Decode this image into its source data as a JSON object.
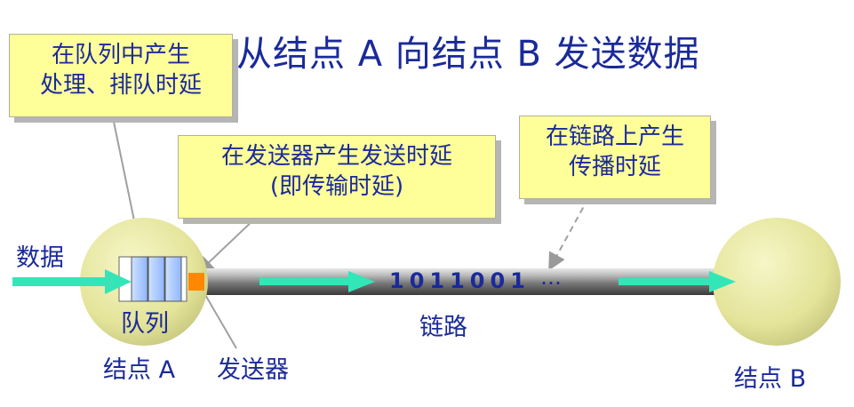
{
  "title": "从结点 A 向结点 B 发送数据",
  "callouts": {
    "queue": {
      "line1": "在队列中产生",
      "line2": "处理、排队时延"
    },
    "sender": {
      "line1": "在发送器产生发送时延",
      "line2": "(即传输时延)"
    },
    "link": {
      "line1": "在链路上产生",
      "line2": "传播时延"
    }
  },
  "labels": {
    "data": "数据",
    "queue": "队列",
    "node_a": "结点 A",
    "sender": "发送器",
    "link": "链路",
    "node_b": "结点 B"
  },
  "link_bits": "1011001",
  "link_ellipsis": "…",
  "colors": {
    "text": "#1a2a9a",
    "callout_bg": "#ffff99",
    "node_fill": "#e8e8a0",
    "arrow": "#33e6b8",
    "sender": "#ff8800",
    "queue_cell": "#a8c8ff"
  }
}
